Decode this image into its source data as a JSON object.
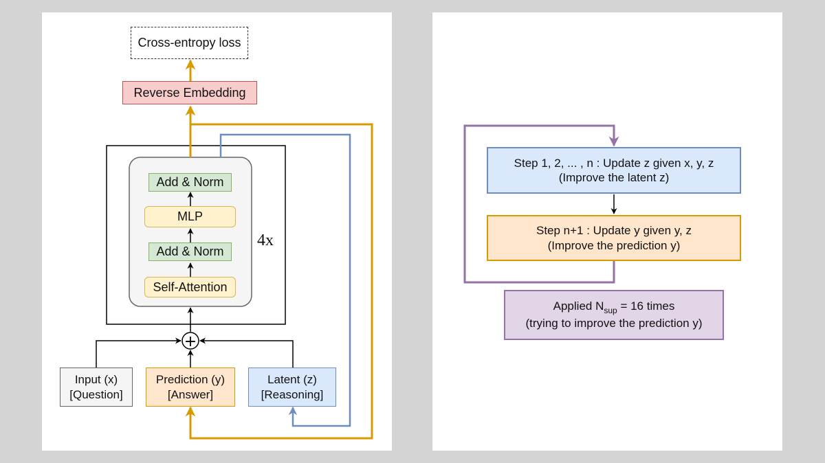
{
  "left": {
    "loss_label": "Cross-entropy loss",
    "reverse_embedding_label": "Reverse Embedding",
    "block": {
      "add_norm_top": "Add & Norm",
      "mlp": "MLP",
      "add_norm_bottom": "Add & Norm",
      "self_attention": "Self-Attention",
      "repeat_label": "4x"
    },
    "plus_symbol": "+",
    "inputs": {
      "input_line1": "Input (x)",
      "input_line2": "[Question]",
      "prediction_line1": "Prediction (y)",
      "prediction_line2": "[Answer]",
      "latent_line1": "Latent (z)",
      "latent_line2": "[Reasoning]"
    }
  },
  "right": {
    "step_z_line1": "Step 1, 2, ... , n : Update z given x, y, z",
    "step_z_line2": "(Improve the latent z)",
    "step_y_line1": "Step n+1 : Update y given y, z",
    "step_y_line2": "(Improve the prediction y)",
    "applied_prefix": "Applied N",
    "applied_subscript": "sup",
    "applied_suffix": " = 16 times",
    "applied_line2": "(trying to improve the prediction y)"
  },
  "colors": {
    "gold": "#d79b00",
    "blue": "#6c8ebf",
    "purple": "#9673a6",
    "black": "#000000"
  }
}
